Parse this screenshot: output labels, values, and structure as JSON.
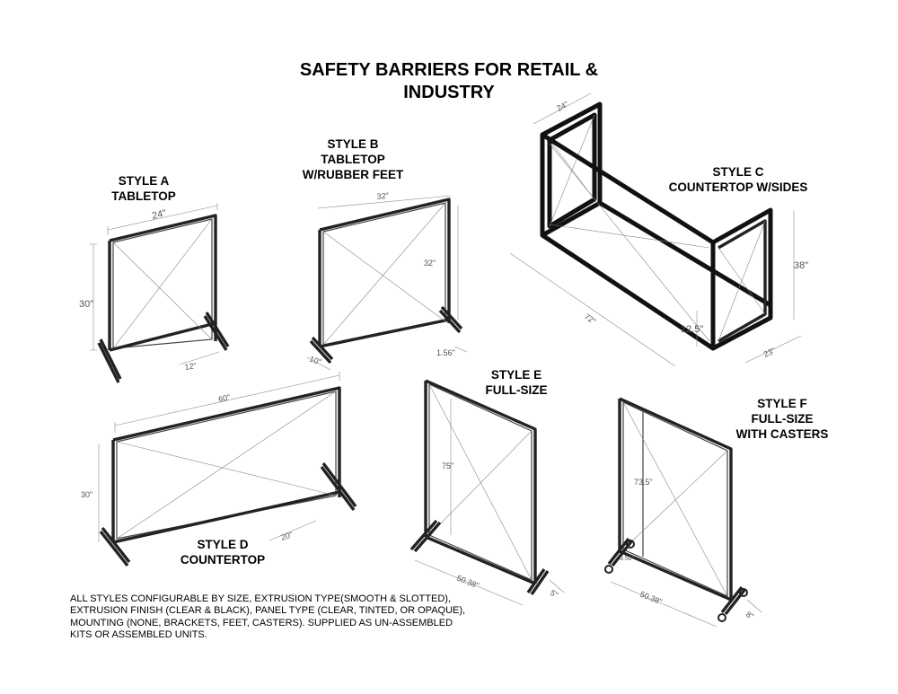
{
  "title_line1": "SAFETY BARRIERS FOR RETAIL &",
  "title_line2": "INDUSTRY",
  "styles": {
    "a": {
      "line1": "STYLE A",
      "line2": "TABLETOP",
      "dims": {
        "width": "24\"",
        "height": "30\"",
        "foot": "12\""
      }
    },
    "b": {
      "line1": "STYLE B",
      "line2": "TABLETOP",
      "line3": "W/RUBBER FEET",
      "dims": {
        "width": "32\"",
        "height": "32\"",
        "foot": "10\"",
        "gap": "1.56\""
      }
    },
    "c": {
      "line1": "STYLE C",
      "line2": "COUNTERTOP W/SIDES",
      "dims": {
        "depth": "24\"",
        "length": "72\"",
        "height": "38\"",
        "clearance": "12.5\"",
        "side": "23\""
      }
    },
    "d": {
      "line1": "STYLE D",
      "line2": "COUNTERTOP",
      "dims": {
        "width": "60\"",
        "height": "30\"",
        "foot": "20\""
      }
    },
    "e": {
      "line1": "STYLE E",
      "line2": "FULL-SIZE",
      "dims": {
        "height": "75\"",
        "width": "50.38\"",
        "foot": "5\""
      }
    },
    "f": {
      "line1": "STYLE F",
      "line2": "FULL-SIZE",
      "line3": "WITH CASTERS",
      "dims": {
        "height": "73.5\"",
        "width": "50.38\"",
        "caster": "3.50\"",
        "foot": "8\""
      }
    }
  },
  "notes": [
    "ALL STYLES CONFIGURABLE BY SIZE, EXTRUSION TYPE(SMOOTH & SLOTTED),",
    "EXTRUSION FINISH (CLEAR & BLACK), PANEL TYPE (CLEAR, TINTED, OR OPAQUE),",
    "MOUNTING (NONE, BRACKETS, FEET, CASTERS). SUPPLIED AS UN-ASSEMBLED",
    "KITS OR ASSEMBLED UNITS."
  ]
}
